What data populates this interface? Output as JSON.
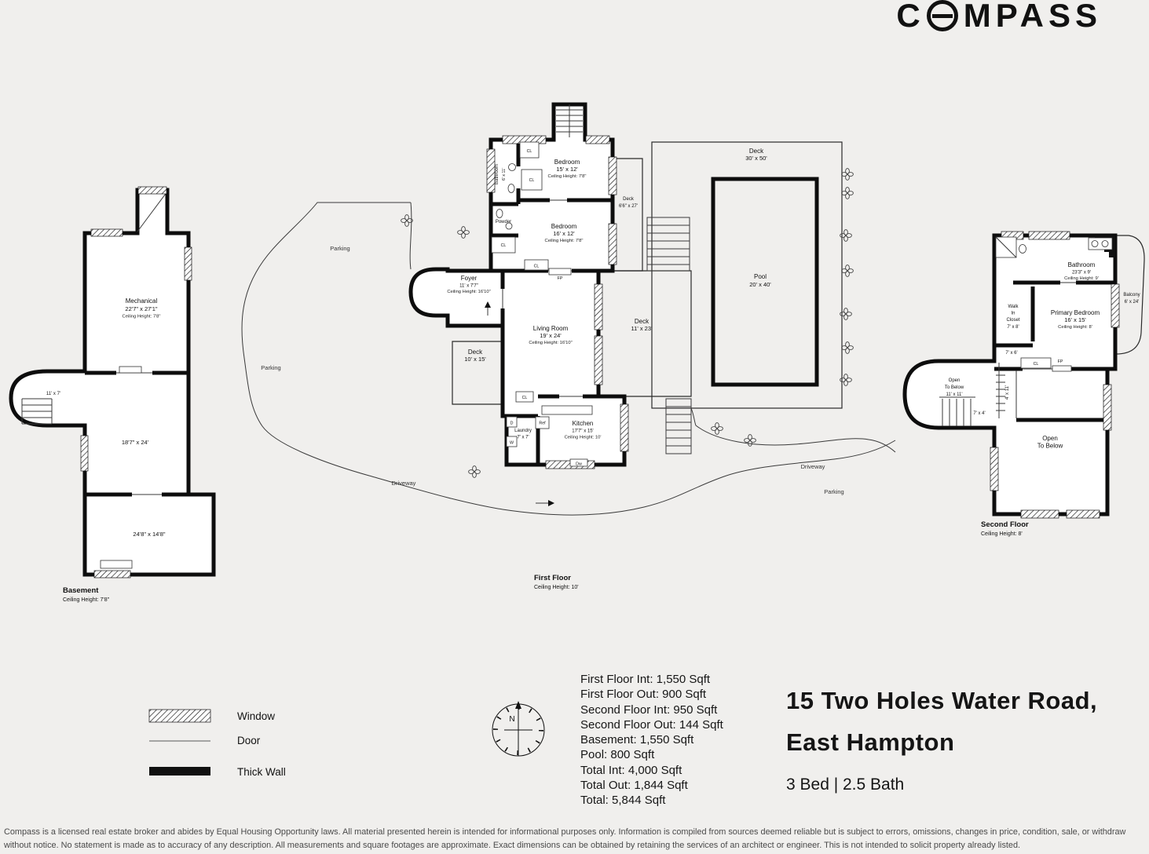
{
  "brand": {
    "name": "COMPASS",
    "c": "C",
    "rest": "MPASS"
  },
  "legend": {
    "window": "Window",
    "door": "Door",
    "thick_wall": "Thick Wall"
  },
  "compass_rose": {
    "north": "N"
  },
  "stats": {
    "lines": [
      "First Floor Int: 1,550 Sqft",
      "First Floor Out: 900 Sqft",
      "Second Floor Int: 950 Sqft",
      "Second Floor Out: 144 Sqft",
      "Basement: 1,550 Sqft",
      "Pool: 800 Sqft",
      "Total Int: 4,000 Sqft",
      "Total Out: 1,844 Sqft",
      "Total: 5,844 Sqft"
    ]
  },
  "listing": {
    "address_line1": "15 Two Holes Water Road,",
    "address_line2": "East Hampton",
    "beds_baths": "3 Bed | 2.5 Bath"
  },
  "abbrev": {
    "cl": "CL",
    "fp": "FP",
    "ref": "Ref",
    "d": "D",
    "w": "W",
    "dw": "Dw",
    "parking": "Parking",
    "driveway": "Driveway"
  },
  "basement": {
    "label": "Basement",
    "ceiling": "Ceiling Height: 7'8\"",
    "mechanical": {
      "name": "Mechanical",
      "dims": "22'7\" x 27'1\"",
      "ceiling": "Ceiling Height: 7'8\""
    },
    "stair_dims": "11' x 7'",
    "mid_dims": "18'7\" x 24'",
    "lower_dims": "24'8\" x 14'8\""
  },
  "first_floor": {
    "label": "First Floor",
    "ceiling": "Ceiling Height: 10'",
    "bathroom": {
      "name": "Bathroom",
      "dims": "6' x 11'"
    },
    "powder": "Powder",
    "bedroom1": {
      "name": "Bedroom",
      "dims": "15' x 12'",
      "ceiling": "Ceiling Height: 7'8\""
    },
    "bedroom2": {
      "name": "Bedroom",
      "dims": "16' x 12'",
      "ceiling": "Ceiling Height: 7'8\""
    },
    "deck_side": {
      "name": "Deck",
      "dims": "6'6\" x 27'"
    },
    "deck_large": {
      "name": "Deck",
      "dims": "30' x 50'"
    },
    "pool": {
      "name": "Pool",
      "dims": "20' x 40'"
    },
    "foyer": {
      "name": "Foyer",
      "dims": "11' x 7'7\"",
      "ceiling": "Ceiling Height: 16'10\""
    },
    "living": {
      "name": "Living Room",
      "dims": "19' x 24'",
      "ceiling": "Ceiling Height: 16'10\""
    },
    "deck_right": {
      "name": "Deck",
      "dims": "11' x 23'"
    },
    "deck_small": {
      "name": "Deck",
      "dims": "10' x 15'"
    },
    "laundry": {
      "name": "Laundry",
      "dims": "7' x 7'"
    },
    "kitchen": {
      "name": "Kitchen",
      "dims": "17'7\" x 15'",
      "ceiling": "Ceiling Height: 10'"
    }
  },
  "second_floor": {
    "label": "Second Floor",
    "ceiling": "Ceiling Height: 8'",
    "bathroom": {
      "name": "Bathroom",
      "dims": "23'3\" x 9'",
      "ceiling": "Ceiling Height: 9'"
    },
    "balcony": {
      "name": "Balcony",
      "dims": "6' x 24'"
    },
    "wic": {
      "l1": "Walk",
      "l2": "In",
      "l3": "Closet",
      "dims": "7' x 8'"
    },
    "primary": {
      "name": "Primary Bedroom",
      "dims": "16' x 15'",
      "ceiling": "Ceiling Height: 8'"
    },
    "open1": {
      "l1": "Open",
      "l2": "To Below",
      "dims": "11' x 11'"
    },
    "open2": {
      "l1": "Open",
      "l2": "To Below"
    },
    "d1": "7' x 6'",
    "d2": "4' x 11'",
    "d3": "7' x 4'"
  }
}
